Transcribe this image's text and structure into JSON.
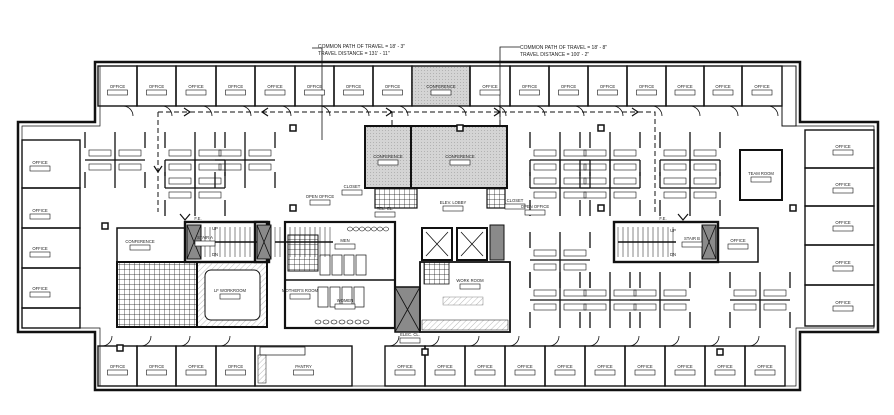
{
  "annotations": {
    "left_path": "COMMON PATH OF TRAVEL = 18' - 3\"",
    "left_travel": "TRAVEL DISTANCE = 131' - 11\"",
    "right_path": "COMMON PATH OF TRAVEL = 18' - 8\"",
    "right_travel": "TRAVEL DISTANCE = 100' - 2\""
  },
  "top_rooms": [
    "OFFICE",
    "OFFICE",
    "OFFICE",
    "OFFICE",
    "OFFICE",
    "OFFICE",
    "OFFICE",
    "OFFICE",
    "CONFERENCE",
    "OFFICE",
    "OFFICE",
    "OFFICE",
    "OFFICE",
    "OFFICE",
    "OFFICE",
    "OFFICE",
    "OFFICE"
  ],
  "bottom_rooms": [
    "OFFICE",
    "OFFICE",
    "OFFICE",
    "OFFICE",
    "PANTRY",
    "OFFICE",
    "OFFICE",
    "OFFICE",
    "OFFICE",
    "OFFICE",
    "OFFICE",
    "OFFICE",
    "OFFICE",
    "OFFICE",
    "OFFICE"
  ],
  "left_rooms": [
    "OFFICE",
    "OFFICE",
    "OFFICE",
    "OFFICE"
  ],
  "right_rooms": [
    "OFFICE",
    "OFFICE",
    "OFFICE",
    "OFFICE",
    "OFFICE"
  ],
  "core_rooms": [
    "CONFERENCE",
    "CONFERENCE",
    "CLOSET",
    "ELEV. LOBBY",
    "CLOSET",
    "TEL. CL.",
    "OPEN OFFICE",
    "OPEN OFFICE",
    "CONFERENCE",
    "STAIR A",
    "STAIR B",
    "OFFICE",
    "TEAM ROOM",
    "LF WORKROOM",
    "MEN",
    "WOMEN",
    "MOTHER'S ROOM",
    "WORK ROOM",
    "ELEC. CL.",
    "PANTRY"
  ],
  "markers": {
    "fe": "F.E.",
    "up": "UP",
    "dn": "DN"
  },
  "colors": {
    "wall": "#111111",
    "shaded_room": "#d4d4d4",
    "core_fill": "#8a8a8a"
  }
}
